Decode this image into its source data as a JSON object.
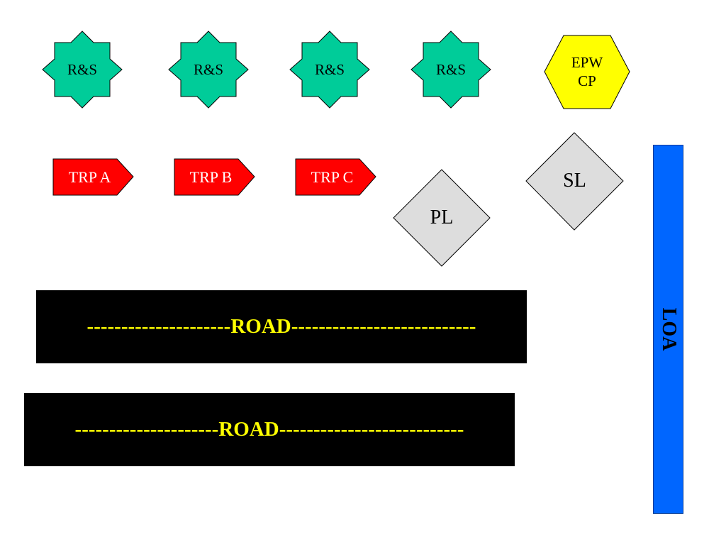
{
  "colors": {
    "rs_fill": "#00cc99",
    "epw_fill": "#ffff00",
    "trp_fill": "#ff0000",
    "phase_line_fill": "#dddddd",
    "road_fill": "#000000",
    "road_text": "#ffff00",
    "loa_fill": "#0066ff"
  },
  "rs_positions": [
    {
      "label": "R&S"
    },
    {
      "label": "R&S"
    },
    {
      "label": "R&S"
    },
    {
      "label": "R&S"
    }
  ],
  "epw_cp": {
    "label": "EPW\nCP"
  },
  "trps": [
    {
      "label": "TRP A"
    },
    {
      "label": "TRP B"
    },
    {
      "label": "TRP C"
    }
  ],
  "phase_line": {
    "label": "PL"
  },
  "support_line": {
    "label": "SL"
  },
  "roads": [
    {
      "label": "---------------------ROAD---------------------------"
    },
    {
      "label": "---------------------ROAD---------------------------"
    }
  ],
  "loa": {
    "label": "LOA"
  }
}
